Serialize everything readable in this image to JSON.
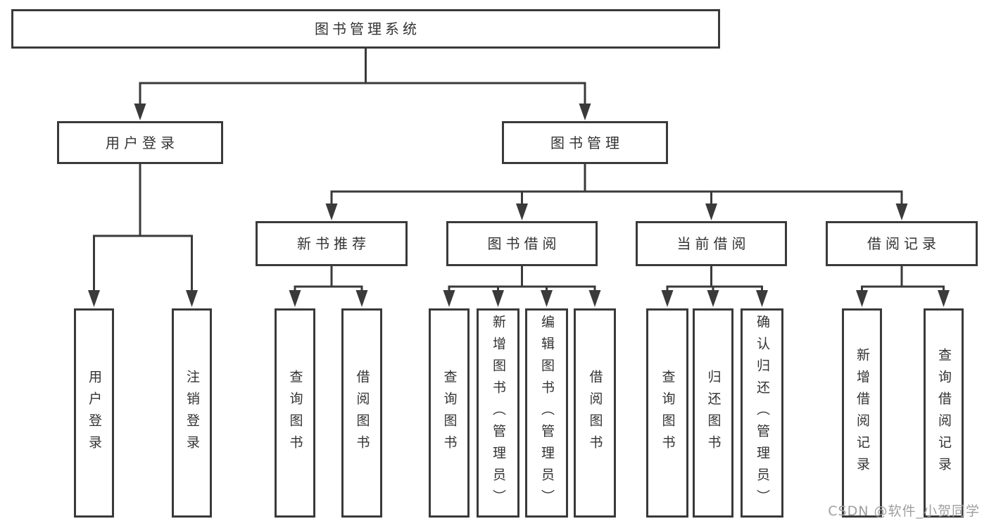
{
  "diagram_title": "图书管理系统",
  "colors": {
    "line": "#3a3a3a",
    "text": "#333333",
    "watermark": "#9f9f9f",
    "background": "#ffffff"
  },
  "tree": {
    "root": {
      "label": "图书管理系统"
    },
    "level2": [
      {
        "label": "用户登录"
      },
      {
        "label": "图书管理"
      }
    ],
    "level3": [
      {
        "label": "新书推荐",
        "parent": "图书管理"
      },
      {
        "label": "图书借阅",
        "parent": "图书管理"
      },
      {
        "label": "当前借阅",
        "parent": "图书管理"
      },
      {
        "label": "借阅记录",
        "parent": "图书管理"
      }
    ],
    "leaves": [
      {
        "label": "用户登录",
        "parent": "用户登录"
      },
      {
        "label": "注销登录",
        "parent": "用户登录"
      },
      {
        "label": "查询图书",
        "parent": "新书推荐"
      },
      {
        "label": "借阅图书",
        "parent": "新书推荐"
      },
      {
        "label": "查询图书",
        "parent": "图书借阅"
      },
      {
        "label": "新增图书（管理员）",
        "parent": "图书借阅"
      },
      {
        "label": "编辑图书（管理员）",
        "parent": "图书借阅"
      },
      {
        "label": "借阅图书",
        "parent": "图书借阅"
      },
      {
        "label": "查询图书",
        "parent": "当前借阅"
      },
      {
        "label": "归还图书",
        "parent": "当前借阅"
      },
      {
        "label": "确认归还（管理员）",
        "parent": "当前借阅"
      },
      {
        "label": "新增借阅记录",
        "parent": "借阅记录"
      },
      {
        "label": "查询借阅记录",
        "parent": "借阅记录"
      }
    ]
  },
  "watermark": "CSDN @软件_小贺同学"
}
